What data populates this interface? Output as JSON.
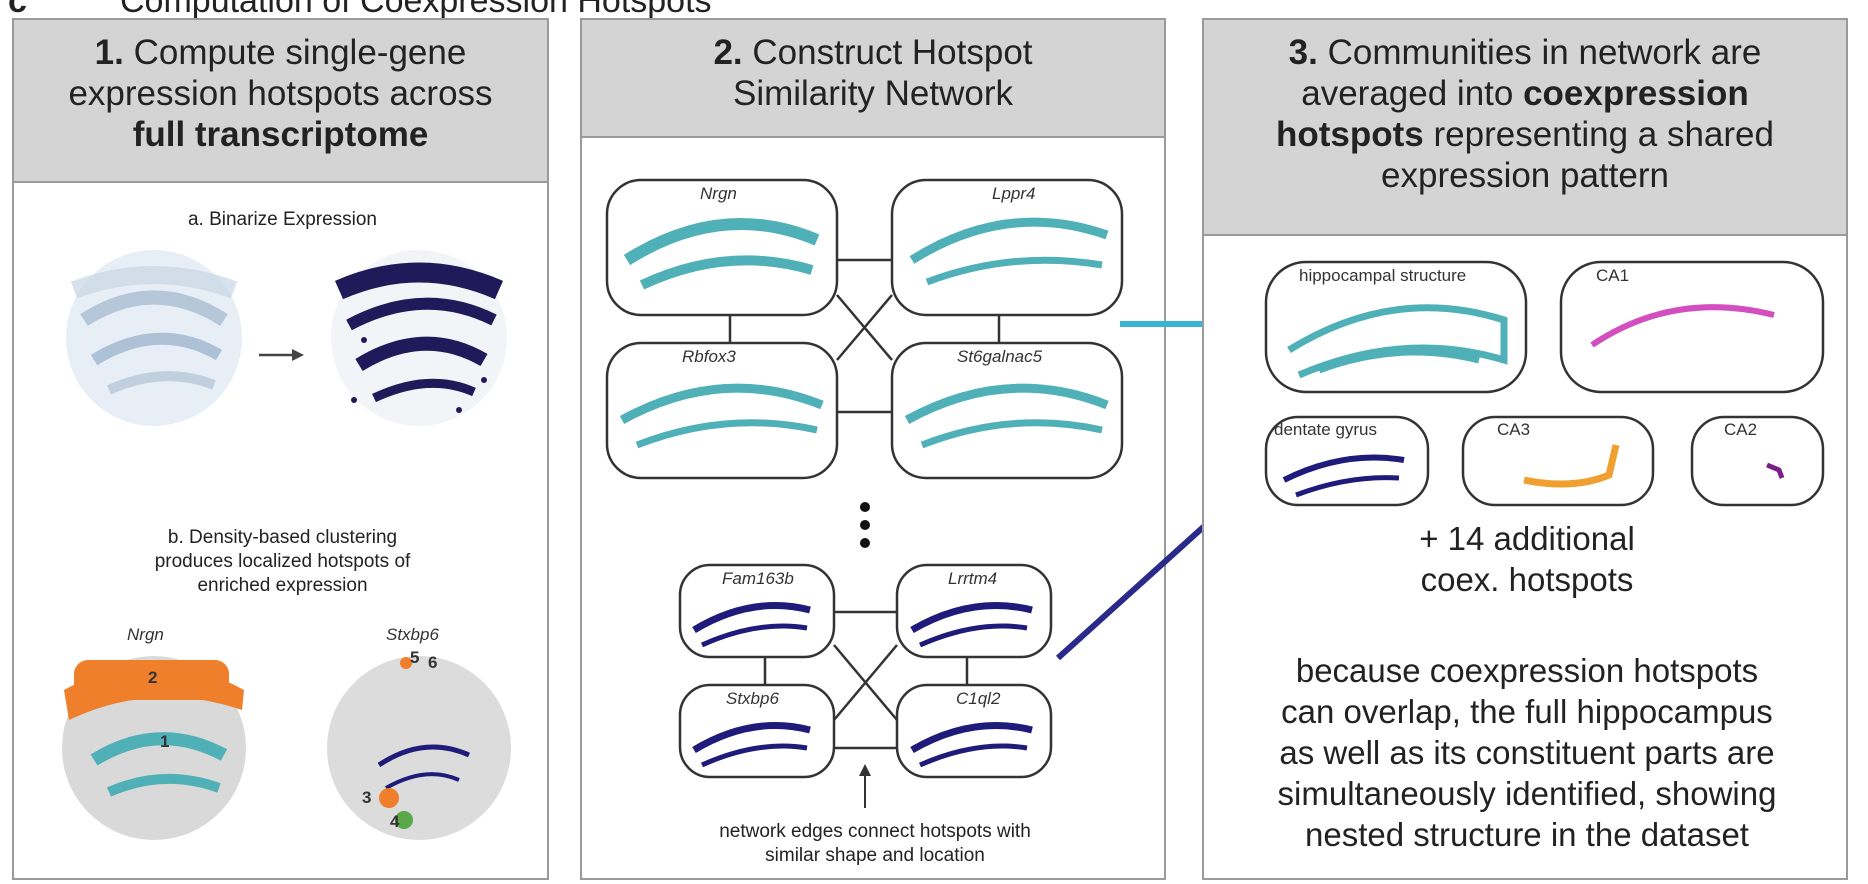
{
  "figure": {
    "panel_letter": "c",
    "title": "Computation of Coexpression Hotspots"
  },
  "panel1": {
    "header_num": "1.",
    "header_line1": "Compute single-gene",
    "header_line2": "expression hotspots across",
    "header_bold": "full transcriptome",
    "step_a": "a. Binarize Expression",
    "step_b_line1": "b. Density-based clustering",
    "step_b_line2": "produces localized hotspots of",
    "step_b_line3": "enriched expression",
    "gene_left": "Nrgn",
    "gene_right": "Stxbp6",
    "cluster_labels": [
      "2",
      "1",
      "5",
      "6",
      "3",
      "4"
    ]
  },
  "panel2": {
    "header_num": "2.",
    "header_line1": "Construct Hotspot",
    "header_line2": "Similarity Network",
    "top_genes": [
      "Nrgn",
      "Lppr4",
      "Rbfox3",
      "St6galnac5"
    ],
    "bottom_genes": [
      "Fam163b",
      "Lrrtm4",
      "Stxbp6",
      "C1ql2"
    ],
    "caption_line1": "network edges connect hotspots with",
    "caption_line2": "similar shape and location"
  },
  "panel3": {
    "header_num": "3.",
    "header_line1": "Communities in network are",
    "header_line2_pre": "averaged into ",
    "header_line2_bold": "coexpression",
    "header_line3_bold": "hotspots",
    "header_line3_post": " representing a shared",
    "header_line4": "expression pattern",
    "hotspots": [
      "hippocampal structure",
      "CA1",
      "dentate gyrus",
      "CA3",
      "CA2"
    ],
    "additional_line1": "+ 14 additional",
    "additional_line2": "coex. hotspots",
    "body_lines": [
      "because coexpression hotspots",
      "can overlap, the full hippocampus",
      "as well as its constituent parts are",
      "simultaneously identified, showing",
      "nested structure in the dataset"
    ]
  },
  "colors": {
    "teal": "#4fb0b8",
    "navy": "#1f1b7a",
    "orange": "#ef7f2a",
    "magenta": "#d24fc0",
    "purple": "#7a1f8a",
    "gold": "#f0a030",
    "arrow_teal": "#3ab5cf",
    "arrow_navy": "#2a2a8a"
  }
}
